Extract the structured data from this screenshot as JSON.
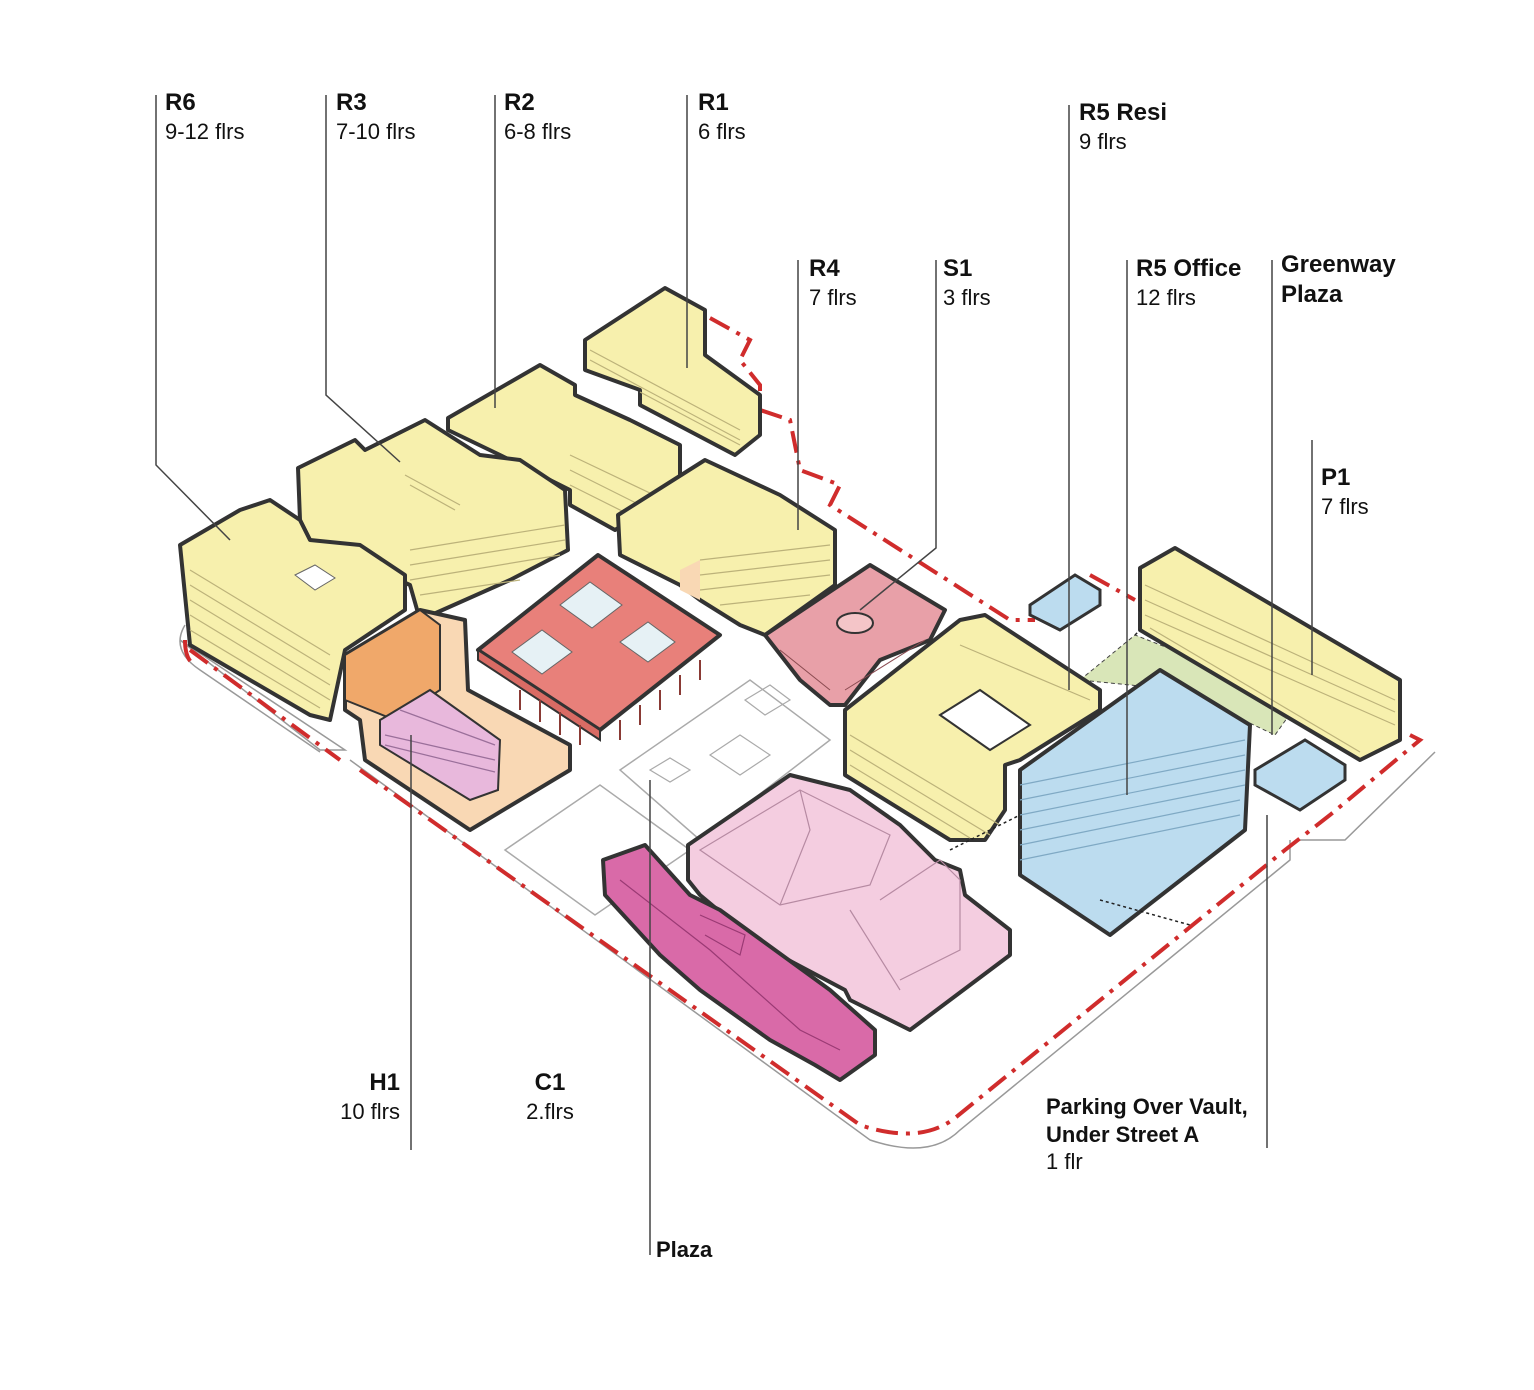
{
  "labels": {
    "r6": {
      "name": "R6",
      "floors": "9-12 flrs"
    },
    "r3": {
      "name": "R3",
      "floors": "7-10 flrs"
    },
    "r2": {
      "name": "R2",
      "floors": "6-8 flrs"
    },
    "r1": {
      "name": "R1",
      "floors": "6 flrs"
    },
    "r5_resi": {
      "name": "R5 Resi",
      "floors": "9 flrs"
    },
    "r4": {
      "name": "R4",
      "floors": "7 flrs"
    },
    "s1": {
      "name": "S1",
      "floors": "3 flrs"
    },
    "r5_office": {
      "name": "R5 Office",
      "floors": "12 flrs"
    },
    "greenway": {
      "name1": "Greenway",
      "name2": "Plaza"
    },
    "p1": {
      "name": "P1",
      "floors": "7 flrs"
    },
    "h1": {
      "name": "H1",
      "floors": "10 flrs"
    },
    "c1": {
      "name": "C1",
      "floors": "2.flrs"
    },
    "parking": {
      "name1": "Parking Over Vault,",
      "name2": "Under Street A",
      "floors": "1 flr"
    },
    "plaza": {
      "name": "Plaza"
    }
  },
  "colors": {
    "residential": "#f7f0ad",
    "office": "#bcdcef",
    "retail": "#e8807a",
    "hotel": "#e8b8dc",
    "civic": "#f4cde0",
    "civic_dark": "#d96aa8",
    "orange": "#f0a86a",
    "peach": "#f9d8b4",
    "green": "#d9e6b8",
    "site_boundary": "#d02c2c",
    "outline": "#333333"
  }
}
